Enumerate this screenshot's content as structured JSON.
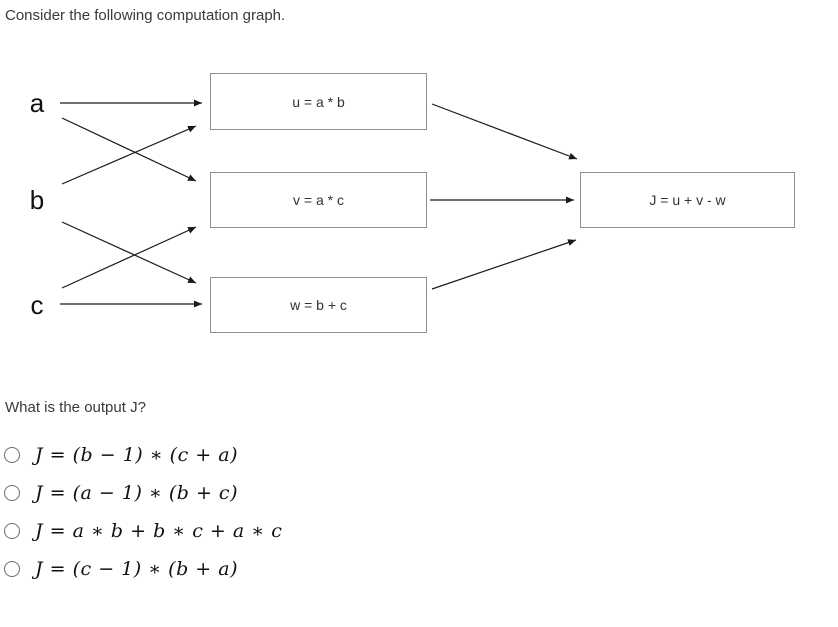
{
  "title": "Consider the following computation graph.",
  "graph": {
    "inputs": [
      {
        "label": "a"
      },
      {
        "label": "b"
      },
      {
        "label": "c"
      }
    ],
    "nodes": [
      {
        "label": "u = a * b"
      },
      {
        "label": "v = a * c"
      },
      {
        "label": "w = b + c"
      },
      {
        "label": "J = u + v - w"
      }
    ],
    "edges": [
      "a-u",
      "a-v",
      "b-u",
      "b-w",
      "c-v",
      "c-w",
      "u-J",
      "v-J",
      "w-J"
    ]
  },
  "question": "What is the output J?",
  "options": [
    {
      "label": "J = (b − 1) ∗ (c + a)"
    },
    {
      "label": "J = (a − 1) ∗ (b + c)"
    },
    {
      "label": "J = a ∗ b + b ∗ c + a ∗ c"
    },
    {
      "label": "J = (c − 1) ∗ (b + a)"
    }
  ],
  "colors": {
    "arrow": "#1a1a1a",
    "box_border": "#8f8f8f",
    "text": "#3a3a3a"
  }
}
